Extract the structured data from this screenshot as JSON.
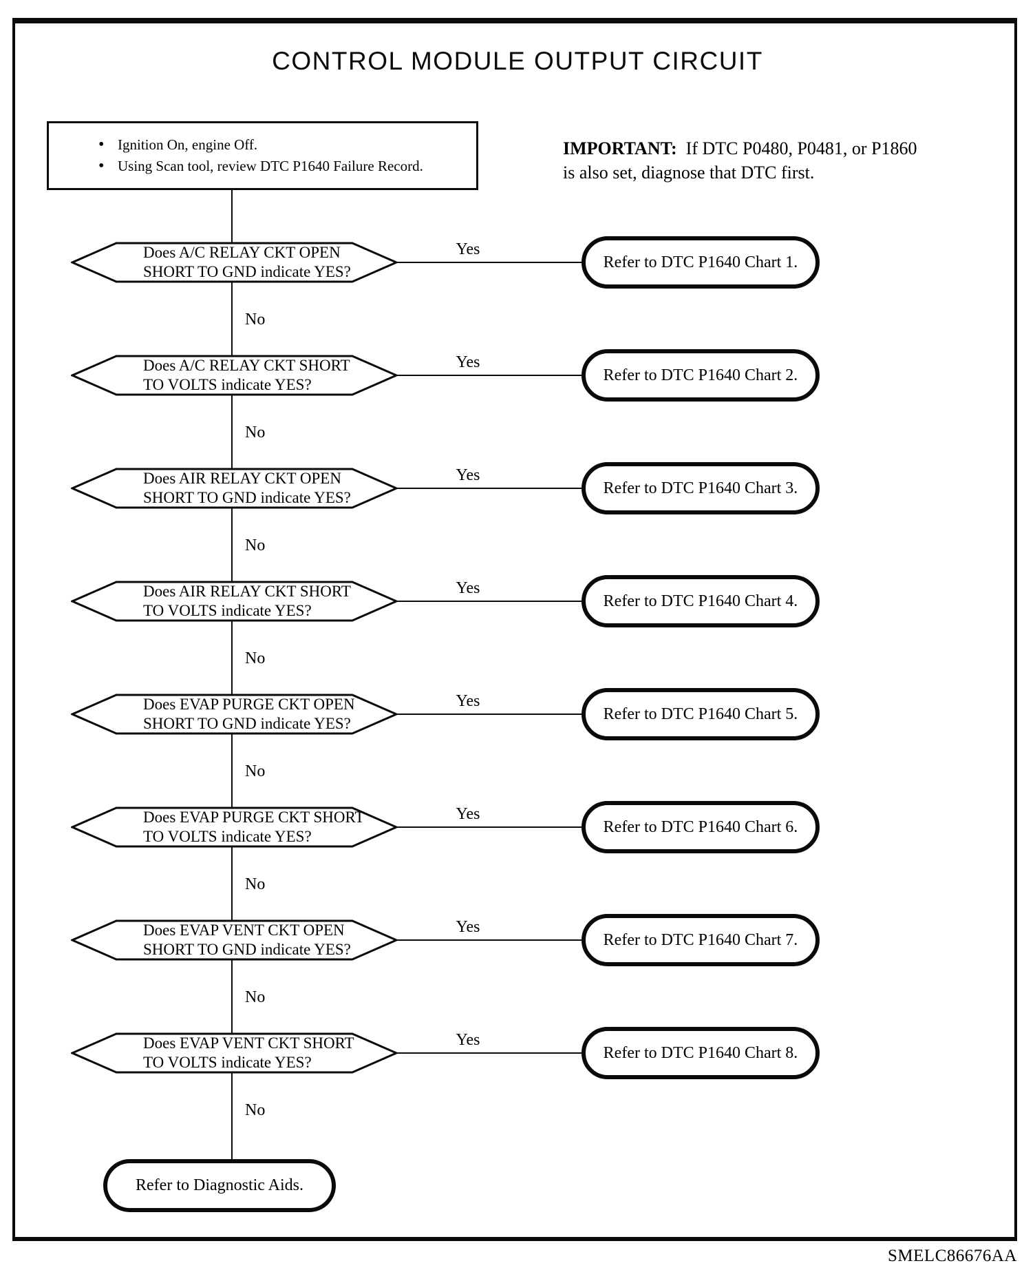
{
  "page": {
    "title": "CONTROL MODULE OUTPUT CIRCUIT",
    "footer_code": "SMELC86676AA"
  },
  "preconditions": {
    "items": [
      "Ignition On, engine Off.",
      "Using Scan tool, review DTC P1640 Failure Record."
    ]
  },
  "important_note": {
    "label": "IMPORTANT:",
    "line1": "If DTC P0480, P0481, or P1860",
    "line2": "is also set, diagnose that DTC first."
  },
  "flowchart": {
    "yes_label": "Yes",
    "no_label": "No",
    "steps": [
      {
        "question_line1": "Does A/C RELAY CKT OPEN",
        "question_line2": "SHORT TO GND indicate YES?",
        "yes_action": "Refer to DTC P1640 Chart 1."
      },
      {
        "question_line1": "Does A/C RELAY CKT SHORT",
        "question_line2": "TO VOLTS indicate YES?",
        "yes_action": "Refer to DTC P1640 Chart 2."
      },
      {
        "question_line1": "Does AIR RELAY CKT OPEN",
        "question_line2": "SHORT TO GND indicate YES?",
        "yes_action": "Refer to DTC P1640 Chart 3."
      },
      {
        "question_line1": "Does AIR RELAY CKT SHORT",
        "question_line2": "TO VOLTS indicate YES?",
        "yes_action": "Refer to DTC P1640 Chart 4."
      },
      {
        "question_line1": "Does EVAP PURGE CKT OPEN",
        "question_line2": "SHORT TO GND indicate YES?",
        "yes_action": "Refer to DTC P1640 Chart 5."
      },
      {
        "question_line1": "Does EVAP PURGE CKT SHORT",
        "question_line2": "TO VOLTS indicate YES?",
        "yes_action": "Refer to DTC P1640 Chart 6."
      },
      {
        "question_line1": "Does EVAP VENT CKT OPEN",
        "question_line2": "SHORT TO GND indicate YES?",
        "yes_action": "Refer to DTC P1640 Chart 7."
      },
      {
        "question_line1": "Does EVAP VENT CKT SHORT",
        "question_line2": "TO VOLTS indicate YES?",
        "yes_action": "Refer to DTC P1640 Chart 8."
      }
    ],
    "final_action": "Refer to Diagnostic Aids."
  }
}
